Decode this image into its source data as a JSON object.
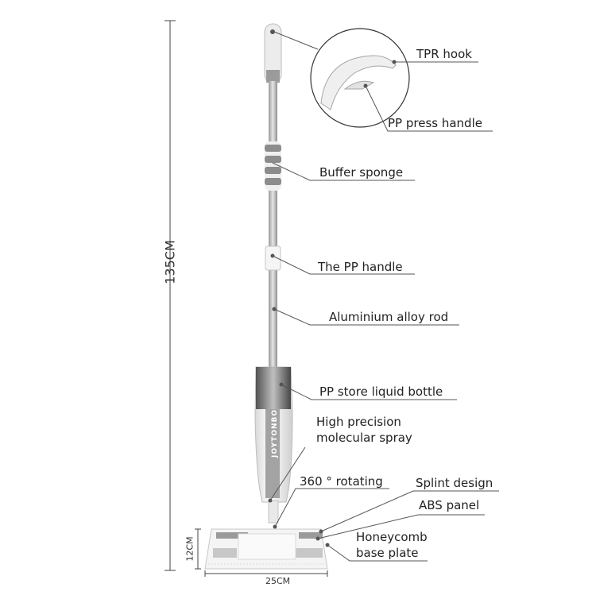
{
  "brand": "JOYTONBO",
  "dimensions": {
    "height": "135CM",
    "width": "25CM",
    "base_height": "12CM"
  },
  "labels": {
    "tpr_hook": "TPR hook",
    "pp_press_handle": "PP press handle",
    "buffer_sponge": "Buffer sponge",
    "pp_handle": "The PP handle",
    "alloy_rod": "Aluminium alloy rod",
    "liquid_bottle": "PP store liquid bottle",
    "spray_line1": "High precision",
    "spray_line2": "molecular spray",
    "rotating": "360 ° rotating",
    "splint": "Splint design",
    "abs_panel": "ABS panel",
    "base_line1": "Honeycomb",
    "base_line2": "base plate"
  },
  "colors": {
    "rod": "#c9c9c9",
    "grip": "#8c8c8c",
    "body": "#f2f2f2",
    "accent_strip": "#a3a3a3",
    "leader": "#555555"
  }
}
